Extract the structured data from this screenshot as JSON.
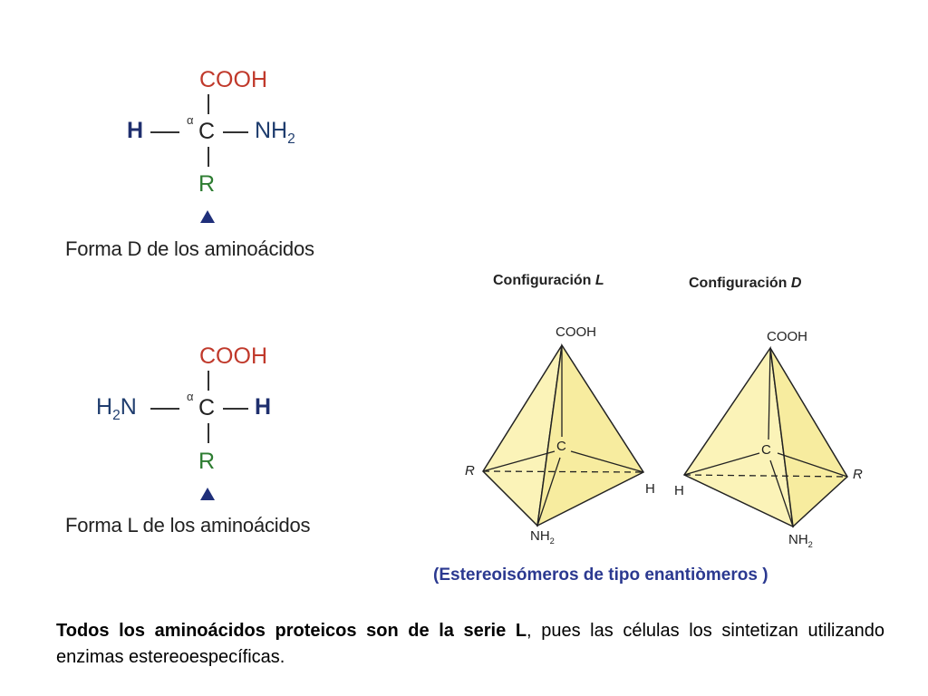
{
  "forma_d": {
    "top": "COOH",
    "left": "H",
    "center": "C",
    "alpha": "α",
    "right": "NH",
    "right_sub": "2",
    "bottom": "R",
    "caption": "Forma D de los aminoácidos"
  },
  "forma_l": {
    "top": "COOH",
    "left": "H",
    "left_sub": "2",
    "left_tail": "N",
    "center": "C",
    "alpha": "α",
    "right": "H",
    "bottom": "R",
    "caption": "Forma L de los aminoácidos"
  },
  "config_l": {
    "title": "Configuración",
    "title_letter": "L",
    "top": "COOH",
    "center": "C",
    "left": "R",
    "right": "H",
    "bottom": "NH",
    "bottom_sub": "2"
  },
  "config_d": {
    "title": "Configuración",
    "title_letter": "D",
    "top": "COOH",
    "center": "C",
    "left": "H",
    "right": "R",
    "bottom": "NH",
    "bottom_sub": "2"
  },
  "enantiomer_note": "(Estereoisómeros de tipo enantiòmeros )",
  "bottom_text": {
    "bold": "Todos los aminoácidos proteicos son de la serie L",
    "rest": ", pues las células los sintetizan utilizando enzimas estereoespecíficas."
  },
  "colors": {
    "cooh": "#c0392b",
    "h_bold": "#1f2f6e",
    "r_group": "#2e7d32",
    "tetra_fill": "#fbf3b8",
    "note": "#2b3990"
  }
}
